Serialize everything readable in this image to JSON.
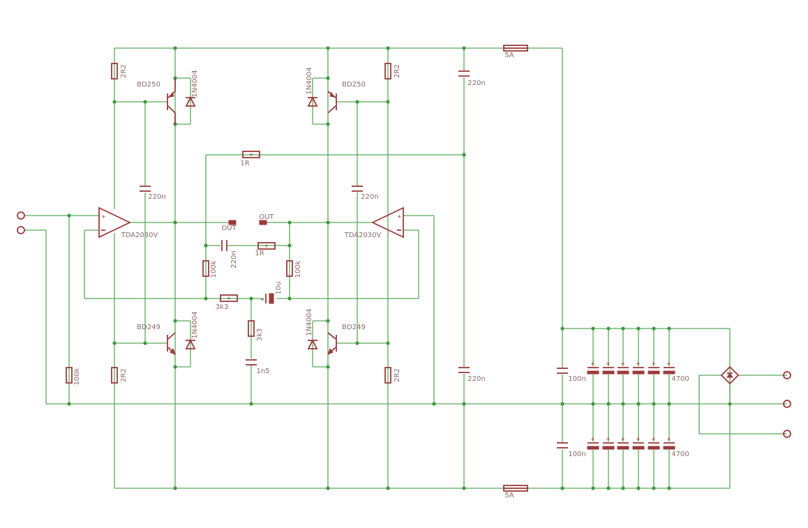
{
  "parts": {
    "r_2r2": "2R2",
    "r_1r": "1R",
    "r_100k": "100k",
    "r_3k3": "3k3",
    "c_220n": "220n",
    "c_100n": "100n",
    "c_1n5": "1n5",
    "c_10u": "10u",
    "c_4700": "4700",
    "fuse": "5A",
    "t_bd250": "BD250",
    "t_bd249": "BD249",
    "d_1n4004": "1N4004",
    "ic": "TDA2030V",
    "out": "OUT",
    "plus": "+"
  }
}
